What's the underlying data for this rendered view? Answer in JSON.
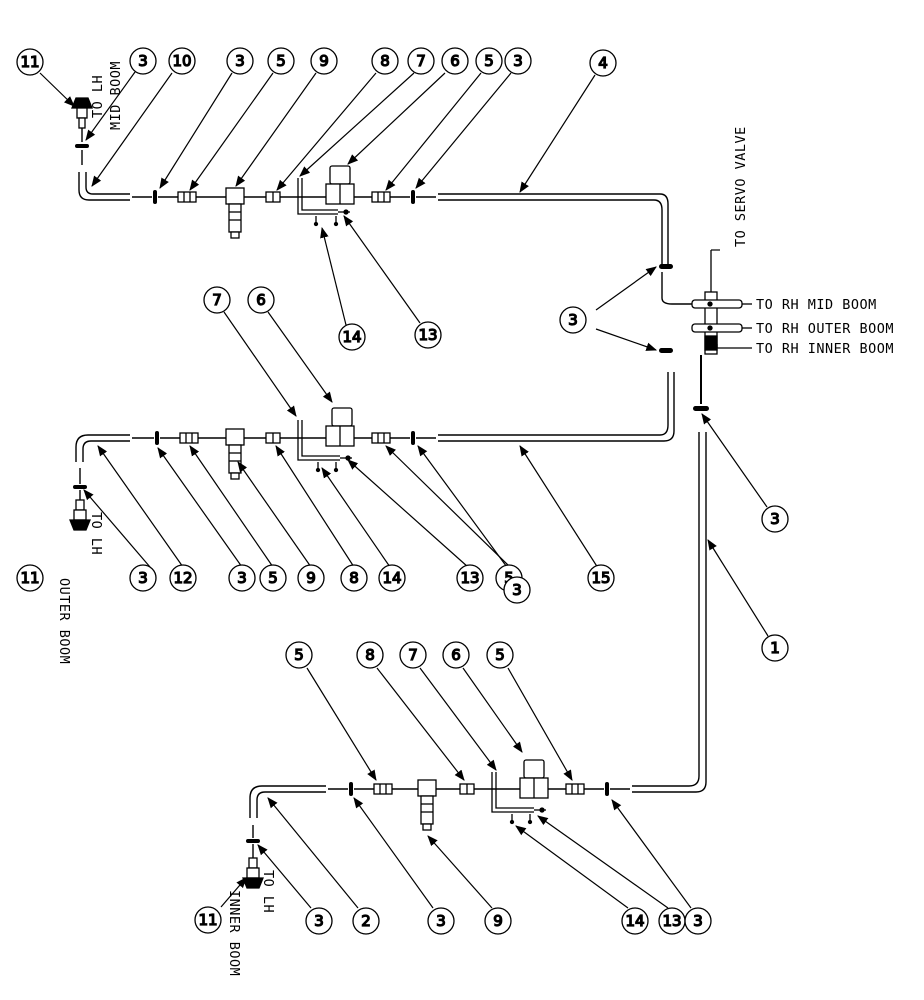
{
  "labels": {
    "lh_mid_boom_1": "TO LH",
    "lh_mid_boom_2": "MID BOOM",
    "lh_outer_boom_1": "TO LH",
    "lh_outer_boom_2": "OUTER BOOM",
    "lh_inner_boom_1": "TO LH",
    "lh_inner_boom_2": "INNER BOOM",
    "servo_valve": "TO SERVO VALVE",
    "rh_mid_boom": "TO RH MID BOOM",
    "rh_outer_boom": "TO RH OUTER BOOM",
    "rh_inner_boom": "TO RH INNER BOOM"
  },
  "callouts": [
    "11",
    "3",
    "10",
    "3",
    "5",
    "9",
    "8",
    "7",
    "6",
    "5",
    "3",
    "4",
    "14",
    "13",
    "3",
    "7",
    "6",
    "3",
    "1",
    "11",
    "3",
    "12",
    "3",
    "5",
    "9",
    "8",
    "14",
    "13",
    "5",
    "3",
    "15",
    "5",
    "8",
    "7",
    "6",
    "5",
    "11",
    "3",
    "2",
    "3",
    "9",
    "14",
    "13",
    "3"
  ]
}
